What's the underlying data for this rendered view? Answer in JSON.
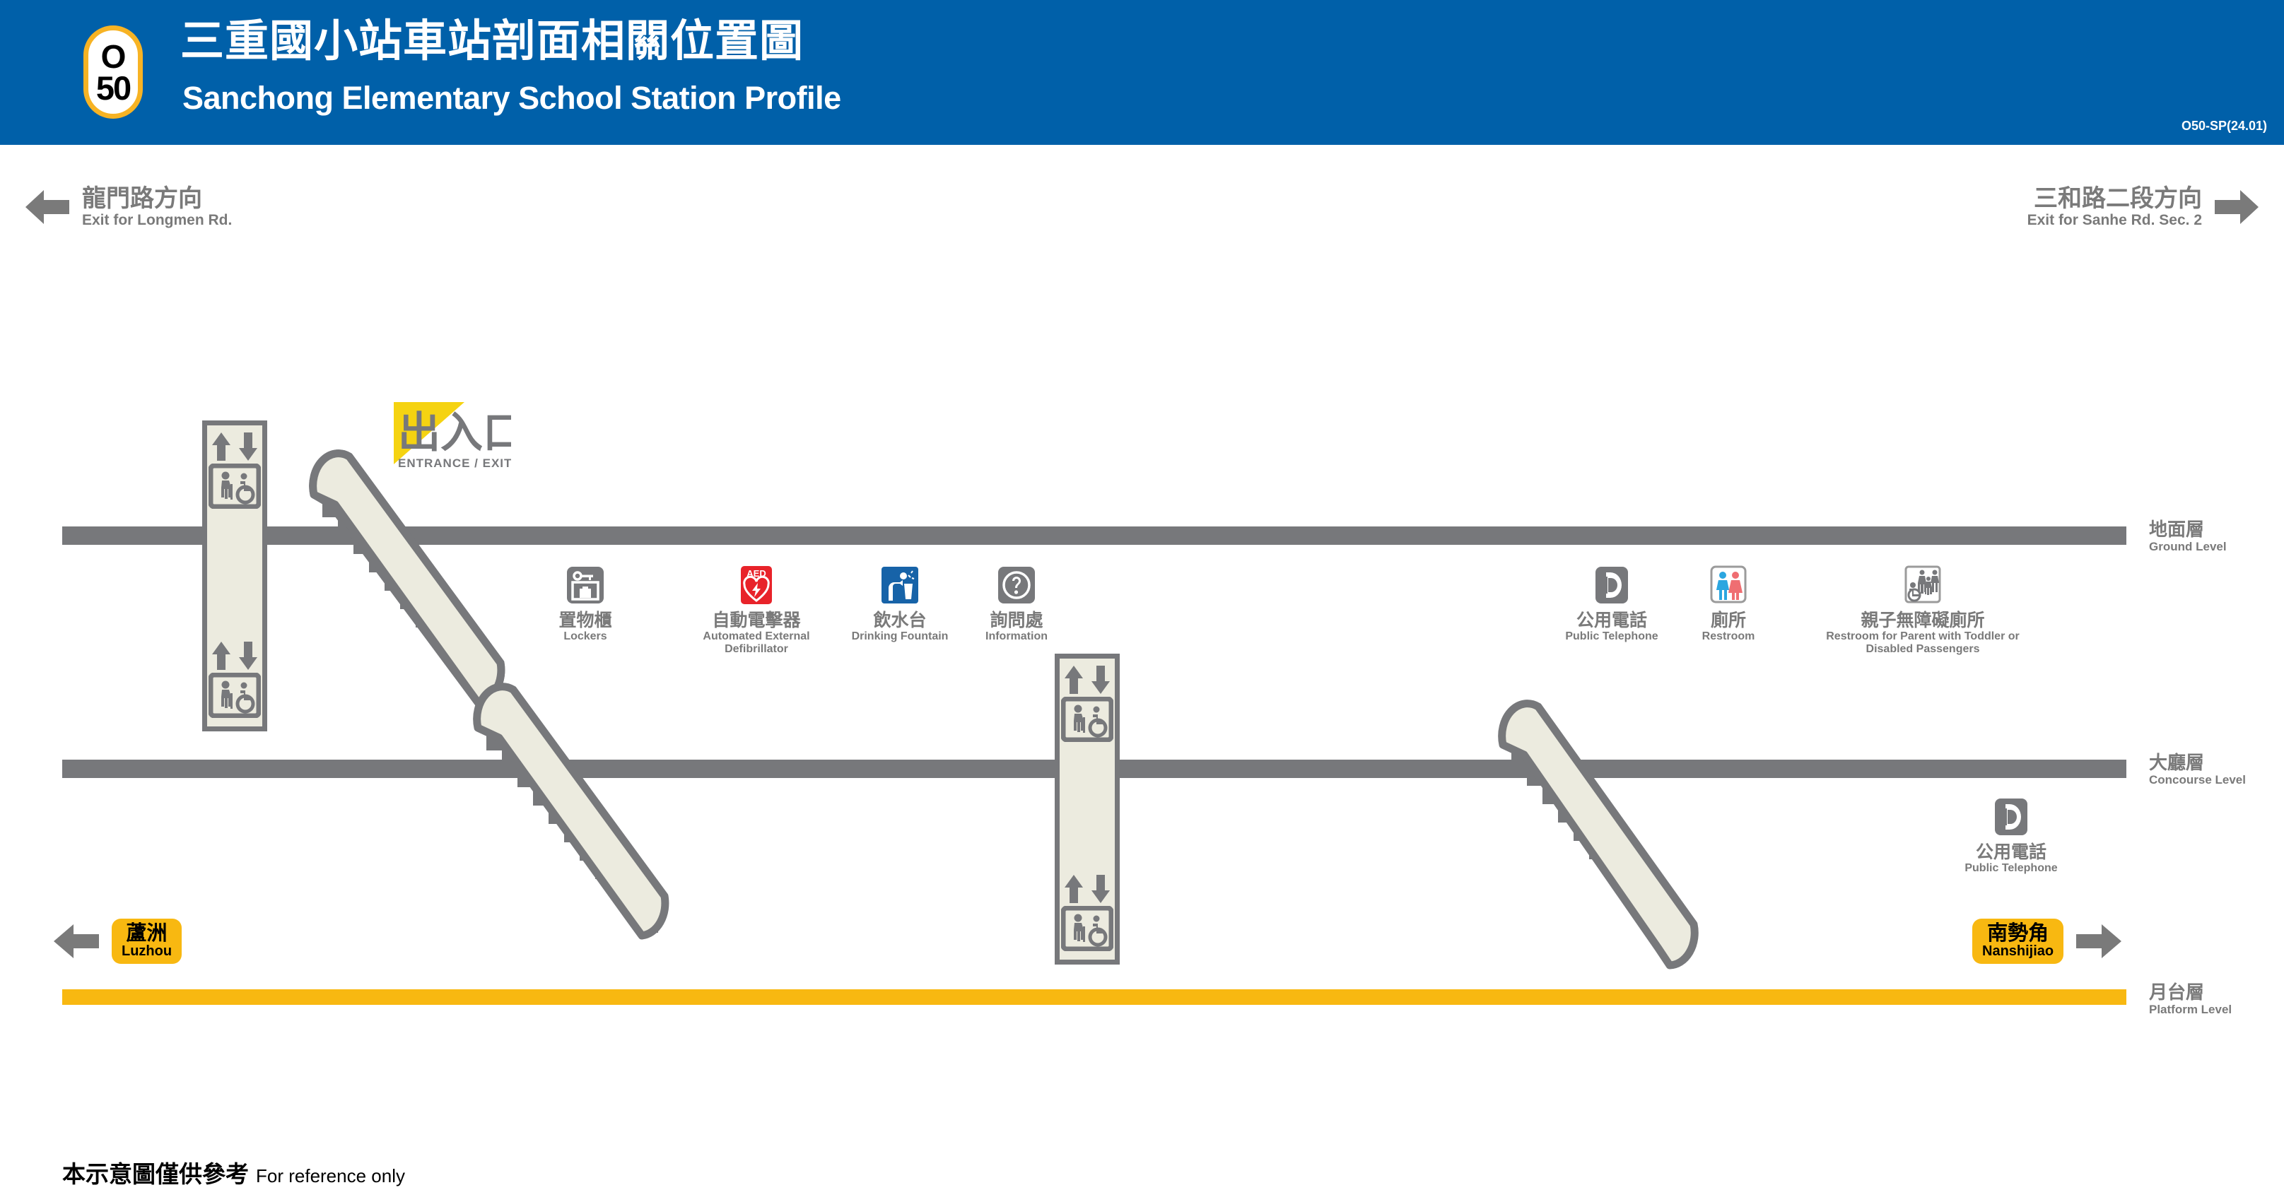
{
  "header": {
    "badge_line": "O",
    "badge_number": "50",
    "title_zh": "三重國小站車站剖面相關位置圖",
    "title_en": "Sanchong Elementary School Station Profile",
    "doc_code": "O50-SP(24.01)",
    "bg_color": "#0060a9",
    "badge_ring_color": "#f7b324"
  },
  "exits": {
    "left": {
      "zh": "龍門路方向",
      "en": "Exit for Longmen Rd.",
      "arrow": "arrow-left-icon"
    },
    "right": {
      "zh": "三和路二段方向",
      "en": "Exit for Sanhe Rd. Sec. 2",
      "arrow": "arrow-right-icon"
    }
  },
  "levels": [
    {
      "id": "ground",
      "zh": "地面層",
      "en": "Ground Level",
      "color": "#77787b"
    },
    {
      "id": "concourse",
      "zh": "大廳層",
      "en": "Concourse Level",
      "color": "#77787b"
    },
    {
      "id": "platform",
      "zh": "月台層",
      "en": "Platform Level",
      "color": "#f8b811"
    }
  ],
  "entrance_sign": {
    "zh": "出入口",
    "en": "ENTRANCE / EXIT",
    "highlight_color": "#f5d311",
    "text_color": "#77787b"
  },
  "elevators": [
    {
      "id": "elevator-ground-concourse",
      "icon": "elevator-icon",
      "spans": "Ground Level to Concourse Level"
    },
    {
      "id": "elevator-concourse-platform",
      "icon": "elevator-icon",
      "spans": "Concourse Level to Platform Level"
    }
  ],
  "escalators": [
    {
      "id": "escalator-ground-concourse-left",
      "icon": "escalator-icon"
    },
    {
      "id": "escalator-concourse-platform-left",
      "icon": "escalator-icon"
    },
    {
      "id": "escalator-concourse-platform-right",
      "icon": "escalator-icon"
    }
  ],
  "facilities_ground": [
    {
      "zh": "置物櫃",
      "en": "Lockers",
      "icon": "locker-icon",
      "color": "#77787b"
    },
    {
      "zh": "自動電擊器",
      "en": "Automated External Defibrillator",
      "icon": "aed-icon",
      "color": "#e8232a"
    },
    {
      "zh": "飲水台",
      "en": "Drinking Fountain",
      "icon": "drinking-fountain-icon",
      "color": "#1763a8"
    },
    {
      "zh": "詢問處",
      "en": "Information",
      "icon": "information-icon",
      "color": "#77787b"
    },
    {
      "zh": "公用電話",
      "en": "Public Telephone",
      "icon": "telephone-icon",
      "color": "#77787b"
    },
    {
      "zh": "廁所",
      "en": "Restroom",
      "icon": "restroom-icon",
      "color": "#ffffff"
    },
    {
      "zh": "親子無障礙廁所",
      "en": "Restroom for Parent with Toddler or Disabled Passengers",
      "icon": "accessible-family-restroom-icon",
      "color": "#ffffff"
    }
  ],
  "facilities_concourse": [
    {
      "zh": "公用電話",
      "en": "Public Telephone",
      "icon": "telephone-icon",
      "color": "#77787b"
    }
  ],
  "termini": {
    "left": {
      "zh": "蘆洲",
      "en": "Luzhou",
      "arrow": "arrow-left-icon",
      "tag_color": "#f8b811"
    },
    "right": {
      "zh": "南勢角",
      "en": "Nanshijiao",
      "arrow": "arrow-right-icon",
      "tag_color": "#f8b811"
    }
  },
  "footer": {
    "zh": "本示意圖僅供參考",
    "en": "For reference only"
  }
}
